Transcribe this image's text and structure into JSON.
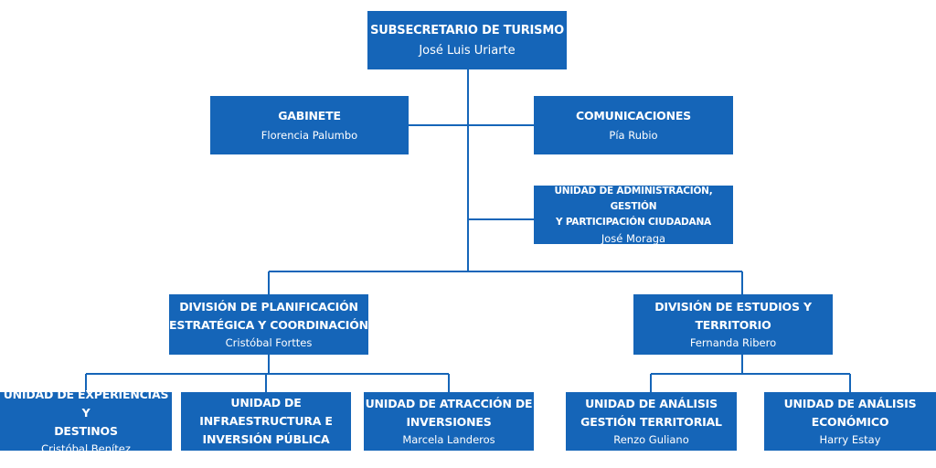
{
  "nodes": {
    "subsecretario": {
      "title": "SUBSECRETARIO DE TURISMO",
      "name": "José Luis Uriarte"
    },
    "gabinete": {
      "title": "GABINETE",
      "name": "Florencia Palumbo"
    },
    "comunicaciones": {
      "title": "COMUNICACIONES",
      "name": "Pía Rubio"
    },
    "administracion": {
      "title_line1": "UNIDAD DE ADMINISTRACIÓN, GESTIÓN",
      "title_line2": "Y PARTICIPACIÓN CIUDADANA",
      "name": "José Moraga"
    },
    "planificacion": {
      "title_line1": "DIVISIÓN DE PLANIFICACIÓN",
      "title_line2": "ESTRATÉGICA Y COORDINACIÓN",
      "name": "Cristóbal Forttes"
    },
    "estudios": {
      "title_line1": "DIVISIÓN DE ESTUDIOS Y",
      "title_line2": "TERRITORIO",
      "name": "Fernanda Ribero"
    },
    "experiencias": {
      "title_line1": "UNIDAD DE EXPERIENCIAS Y",
      "title_line2": "DESTINOS",
      "name": "Cristóbal Benítez"
    },
    "infraestructura": {
      "title_line1": "UNIDAD DE",
      "title_line2": "INFRAESTRUCTURA E",
      "title_line3": "INVERSIÓN PÚBLICA"
    },
    "inversiones": {
      "title_line1": "UNIDAD DE ATRACCIÓN DE",
      "title_line2": "INVERSIONES",
      "name": "Marcela Landeros"
    },
    "analisis_territorial": {
      "title_line1": "UNIDAD DE ANÁLISIS",
      "title_line2": "GESTIÓN TERRITORIAL",
      "name": "Renzo Guliano"
    },
    "analisis_economico": {
      "title_line1": "UNIDAD DE ANÁLISIS",
      "title_line2": "ECONÓMICO",
      "name": "Harry Estay"
    }
  },
  "colors": {
    "box": "#1565b8",
    "line": "#1565b8",
    "text": "#ffffff"
  }
}
